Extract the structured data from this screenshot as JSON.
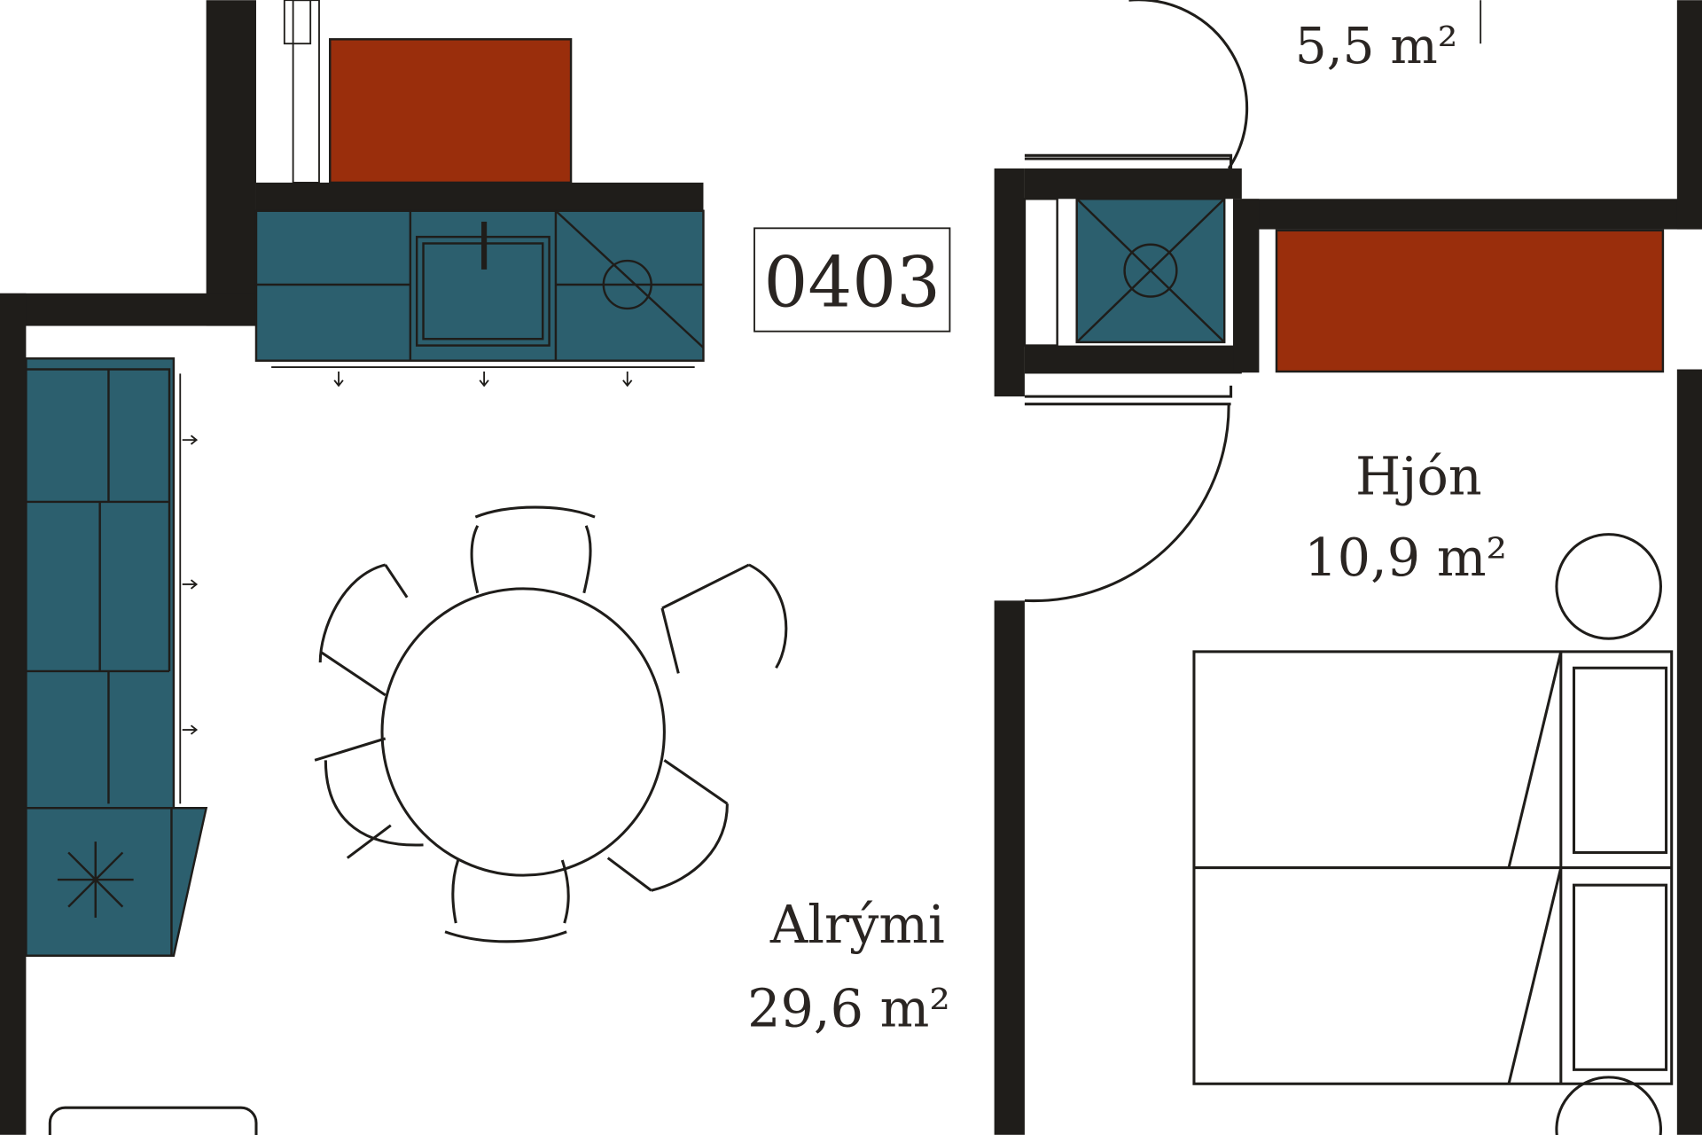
{
  "colors": {
    "wall": "#1f1d1a",
    "cabinet": "#2c5f6e",
    "storage": "#9a2e0c"
  },
  "unit_number": "0403",
  "rooms": [
    {
      "name": "",
      "area": "5,5 m²"
    },
    {
      "name": "Hjón",
      "area": "10,9 m²"
    },
    {
      "name": "Alrými",
      "area": "29,6 m²"
    }
  ]
}
